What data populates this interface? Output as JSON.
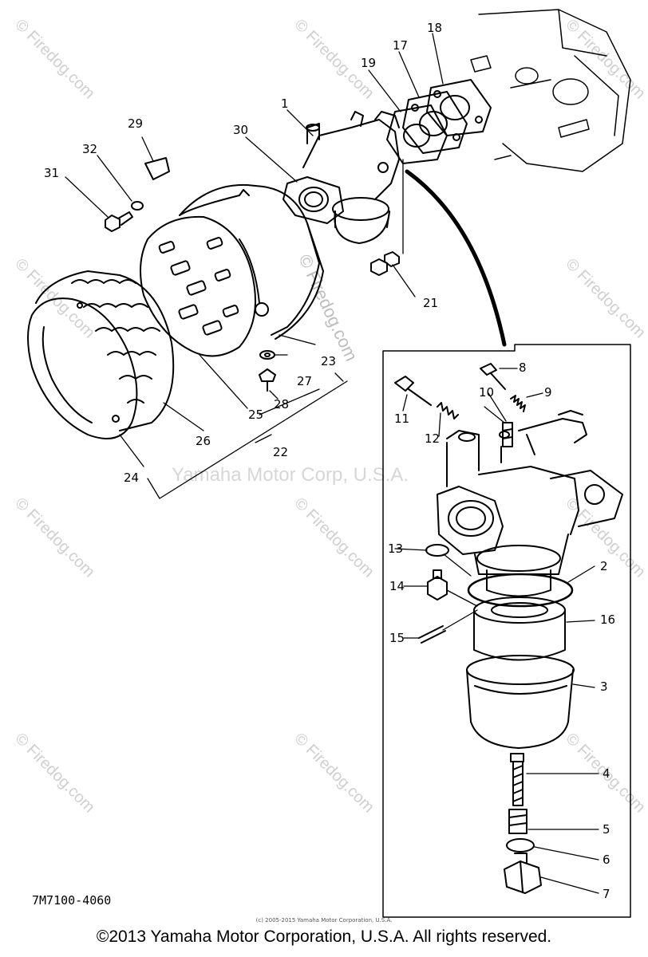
{
  "watermark": "© Firedog.com",
  "center_watermark": "Yamaha Motor Corp, U.S.A.",
  "part_code": "7M7100-4060",
  "tiny_copyright": "(c) 2005-2015 Yamaha Motor Corporation, U.S.A.",
  "copyright": "©2013 Yamaha Motor Corporation, U.S.A. All rights reserved.",
  "callouts": [
    "1",
    "2",
    "3",
    "4",
    "5",
    "6",
    "7",
    "8",
    "9",
    "10",
    "11",
    "12",
    "13",
    "14",
    "15",
    "16",
    "17",
    "18",
    "19",
    "21",
    "22",
    "23",
    "24",
    "25",
    "26",
    "27",
    "28",
    "29",
    "30",
    "31",
    "32"
  ]
}
